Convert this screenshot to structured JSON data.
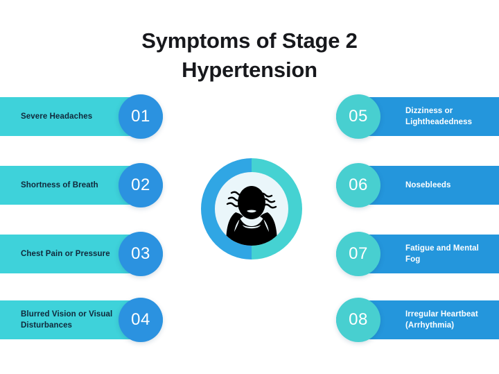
{
  "header": {
    "title": "Symptoms of Stage 2 Hypertension",
    "title_line1": "Symptoms of Stage 2",
    "title_line2": "Hypertension"
  },
  "theme": {
    "teal": "#3ed2da",
    "blue": "#2496dc",
    "badge_blue": "#2b92e0",
    "badge_teal": "#48cfd0",
    "text_dark": "#10283a",
    "text_light": "#ffffff",
    "background": "#ffffff",
    "emblem_inner": "#eaf6fa"
  },
  "center_emblem": {
    "icon": "person-headache-icon",
    "ring_left_color": "#30a6e4",
    "ring_right_color": "#45d2d2"
  },
  "left_column": [
    {
      "number": "01",
      "label": "Severe Headaches"
    },
    {
      "number": "02",
      "label": "Shortness of Breath"
    },
    {
      "number": "03",
      "label": "Chest Pain or Pressure"
    },
    {
      "number": "04",
      "label": "Blurred Vision or Visual Disturbances"
    }
  ],
  "right_column": [
    {
      "number": "05",
      "label": "Dizziness or Lightheadedness"
    },
    {
      "number": "06",
      "label": "Nosebleeds"
    },
    {
      "number": "07",
      "label": "Fatigue and Mental Fog"
    },
    {
      "number": "08",
      "label": "Irregular Heartbeat (Arrhythmia)"
    }
  ]
}
